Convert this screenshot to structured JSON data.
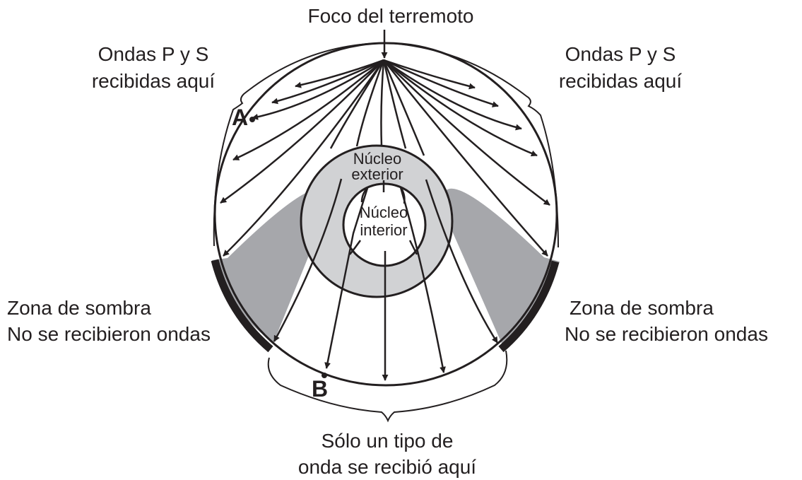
{
  "labels": {
    "focus": "Foco del terremoto",
    "left_received": [
      "Ondas P y S",
      "recibidas aquí"
    ],
    "right_received": [
      "Ondas P y S",
      "recibidas aquí"
    ],
    "left_shadow": [
      "Zona de sombra",
      "No se recibieron ondas"
    ],
    "right_shadow": [
      "Zona de sombra",
      "No se recibieron ondas"
    ],
    "bottom": [
      "Sólo un tipo de",
      "onda se recibió aquí"
    ],
    "outer_core": [
      "Núcleo",
      "exterior"
    ],
    "inner_core": [
      "Núcleo",
      "interior"
    ],
    "point_a": "A",
    "point_b": "B"
  },
  "colors": {
    "ink": "#231f20",
    "shadow_zone": "#a6a7ab",
    "outer_core": "#d1d2d4",
    "inner_core": "#ffffff",
    "shadow_band": "#231f20"
  }
}
